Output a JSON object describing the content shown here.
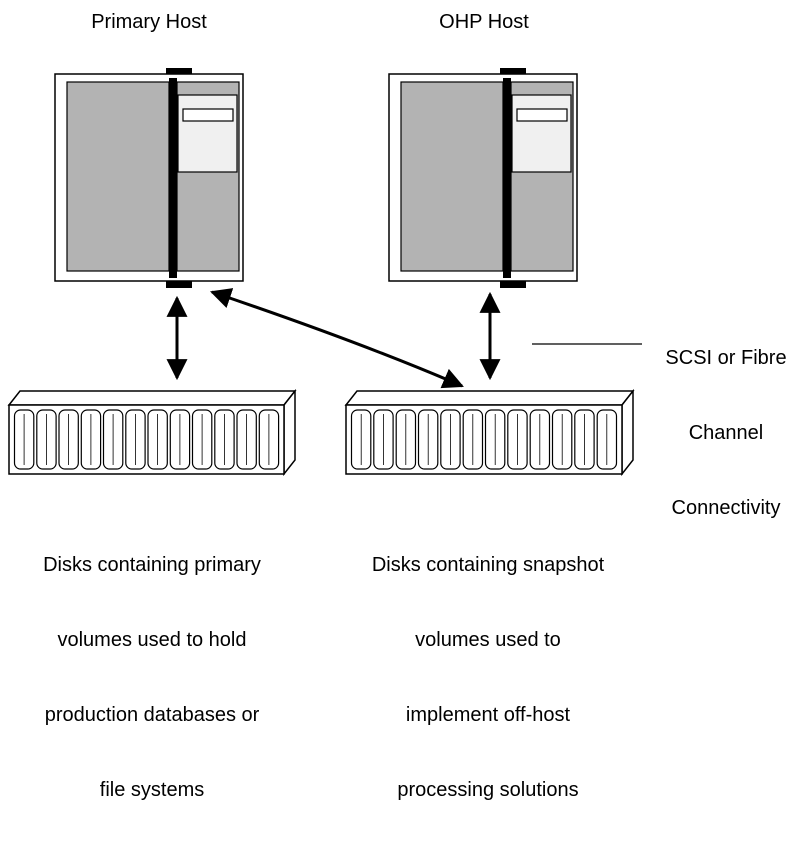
{
  "hosts": [
    {
      "label": "Primary Host"
    },
    {
      "label": "OHP Host"
    }
  ],
  "connectivity_label": [
    "SCSI or Fibre",
    "Channel",
    "Connectivity"
  ],
  "disk_arrays": [
    {
      "caption": [
        "Disks containing primary",
        "volumes used to hold",
        "production databases or",
        "file systems"
      ]
    },
    {
      "caption": [
        "Disks containing snapshot",
        "volumes used to",
        "implement off-host",
        "processing solutions"
      ]
    }
  ],
  "colors": {
    "cabinet_fill": "#b3b3b3",
    "panel_fill": "#f0f0f0",
    "line": "#000000"
  }
}
